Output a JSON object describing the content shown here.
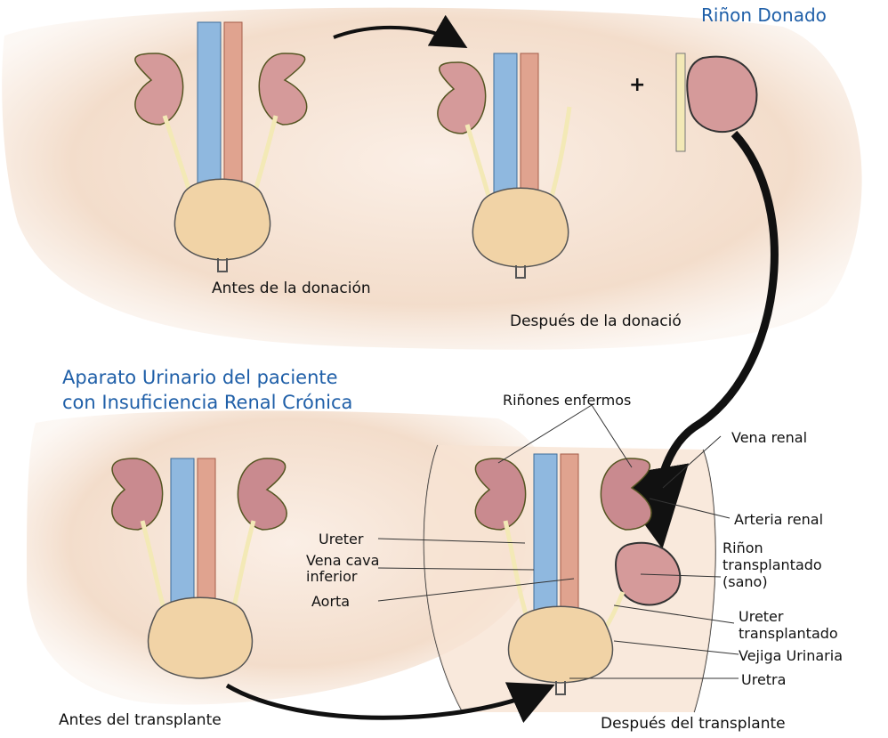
{
  "title_donated_kidney": "Riñon Donado",
  "before_donation": "Antes de la donación",
  "after_donation": "Después de la donació",
  "plus_sign": "+",
  "patient_title": {
    "line1": "Aparato Urinario del paciente",
    "line2": "con Insuficiencia Renal Crónica"
  },
  "diseased_kidneys": "Riñones enfermos",
  "labels": {
    "vena_renal": "Vena renal",
    "arteria_renal": "Arteria renal",
    "ureter": "Ureter",
    "vena_cava_1": "Vena cava",
    "vena_cava_2": "inferior",
    "aorta": "Aorta",
    "rinon_trans_1": "Riñon",
    "rinon_trans_2": "transplantado",
    "rinon_trans_3": "(sano)",
    "ureter_trans_1": "Ureter",
    "ureter_trans_2": "transplantado",
    "vejiga": "Vejiga Urinaria",
    "uretra": "Uretra"
  },
  "before_transplant": "Antes del transplante",
  "after_transplant": "Después del transplante",
  "colors": {
    "skin": "#f6e4d6",
    "vein_blue": "#8fb8df",
    "artery_red": "#e0a38f",
    "kidney": "#d59a9a",
    "bladder": "#f1d3a6",
    "ureter": "#f3e9b6",
    "title_blue": "#1f5fa8"
  }
}
